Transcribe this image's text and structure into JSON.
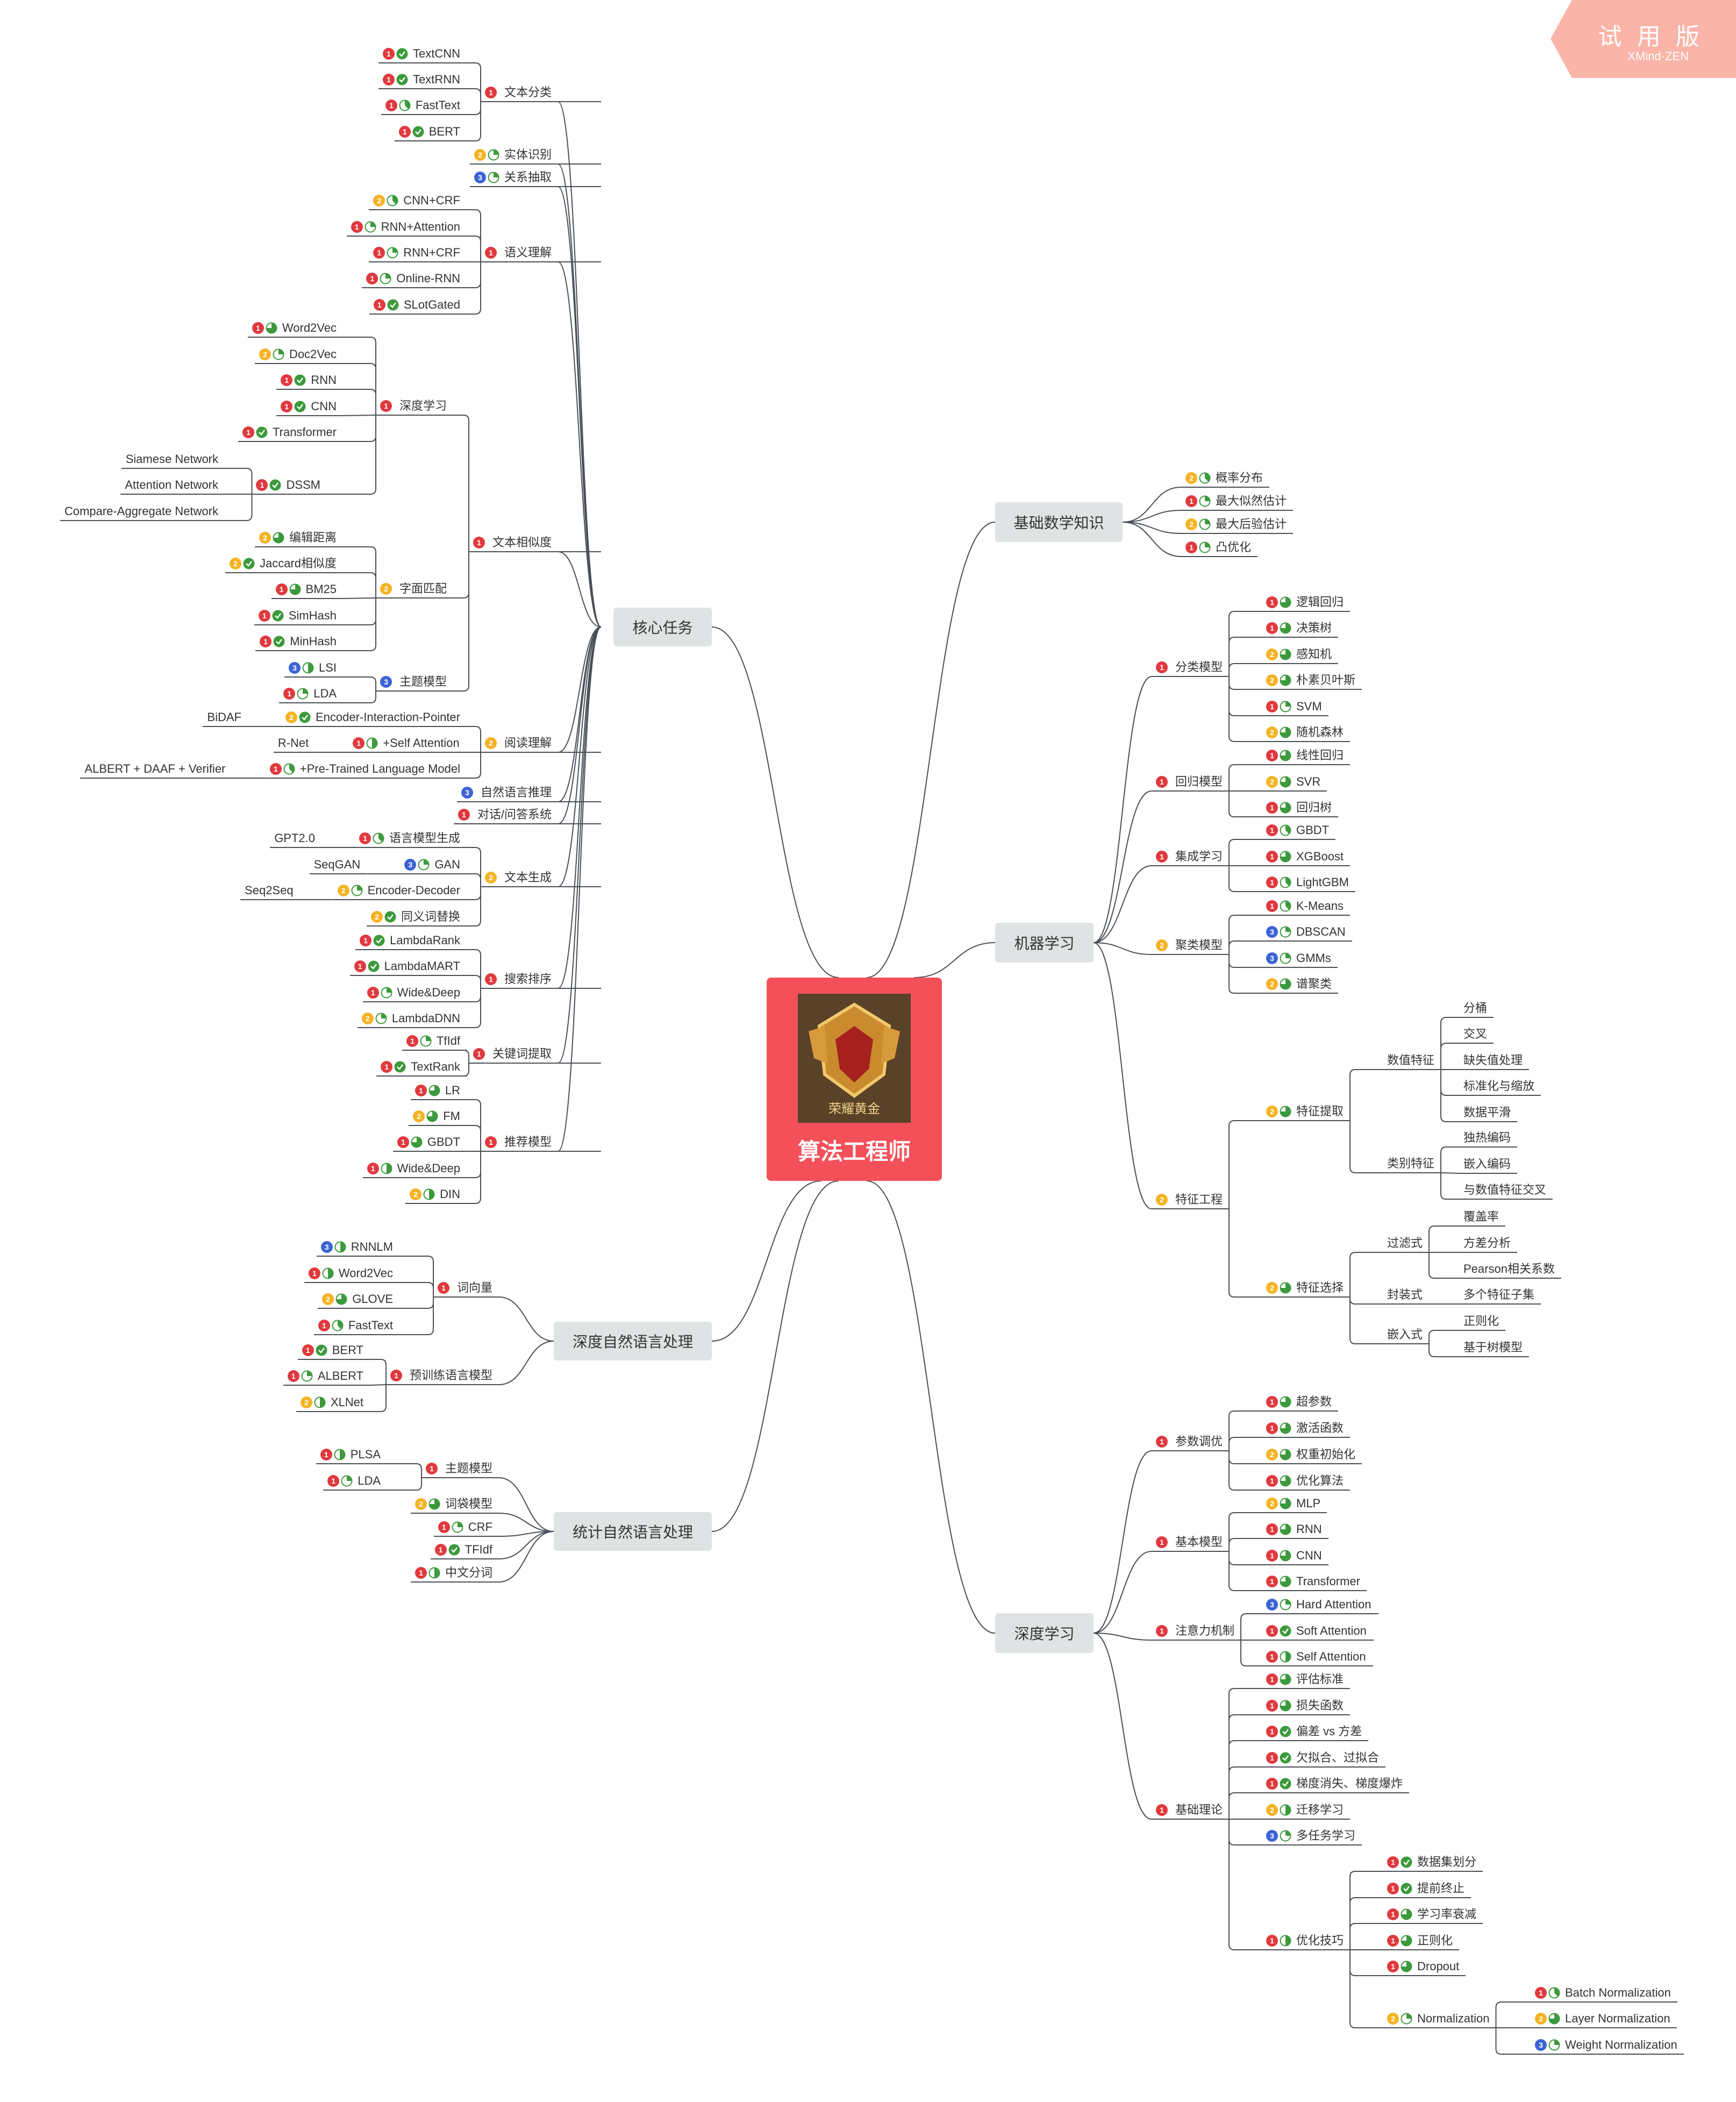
{
  "badge": {
    "title": "试 用 版",
    "subtitle": "XMind·ZEN"
  },
  "root": {
    "title": "算法工程师",
    "emblem_text": "荣耀黄金"
  },
  "colors": {
    "p1": "#e0393e",
    "p2": "#f5b324",
    "p3": "#3b63d5",
    "progress": "#3c9a3c",
    "line": "#4a4f57",
    "branch_bg": "#dfe3e4",
    "root_bg": "#f4505a"
  },
  "branches": {
    "core": {
      "label": "核心任务",
      "children": [
        {
          "label": "文本分类",
          "priority": 1,
          "children": [
            {
              "label": "TextCNN",
              "priority": 1,
              "progress": 1
            },
            {
              "label": "TextRNN",
              "priority": 1,
              "progress": 1
            },
            {
              "label": "FastText",
              "priority": 1,
              "progress": 0.38
            },
            {
              "label": "BERT",
              "priority": 1,
              "progress": 1
            }
          ]
        },
        {
          "label": "实体识别",
          "priority": 2,
          "progress": 0.25
        },
        {
          "label": "关系抽取",
          "priority": 3,
          "progress": 0.25
        },
        {
          "label": "语义理解",
          "priority": 1,
          "children": [
            {
              "label": "CNN+CRF",
              "priority": 2,
              "progress": 0.38
            },
            {
              "label": "RNN+Attention",
              "priority": 1,
              "progress": 0.25
            },
            {
              "label": "RNN+CRF",
              "priority": 1,
              "progress": 0.25
            },
            {
              "label": "Online-RNN",
              "priority": 1,
              "progress": 0.25
            },
            {
              "label": "SLotGated",
              "priority": 1,
              "progress": 1
            }
          ]
        },
        {
          "label": "文本相似度",
          "priority": 1,
          "children": [
            {
              "label": "深度学习",
              "priority": 1,
              "children": [
                {
                  "label": "Word2Vec",
                  "priority": 1,
                  "progress": 0.75
                },
                {
                  "label": "Doc2Vec",
                  "priority": 2,
                  "progress": 0.25
                },
                {
                  "label": "RNN",
                  "priority": 1,
                  "progress": 1
                },
                {
                  "label": "CNN",
                  "priority": 1,
                  "progress": 1
                },
                {
                  "label": "Transformer",
                  "priority": 1,
                  "progress": 1
                },
                {
                  "label": "DSSM",
                  "priority": 1,
                  "progress": 1,
                  "children": [
                    {
                      "label": "Siamese Network"
                    },
                    {
                      "label": "Attention Network"
                    },
                    {
                      "label": "Compare-Aggregate Network"
                    }
                  ]
                }
              ]
            },
            {
              "label": "字面匹配",
              "priority": 2,
              "children": [
                {
                  "label": "编辑距离",
                  "priority": 2,
                  "progress": 0.75
                },
                {
                  "label": "Jaccard相似度",
                  "priority": 2,
                  "progress": 1
                },
                {
                  "label": "BM25",
                  "priority": 1,
                  "progress": 0.75
                },
                {
                  "label": "SimHash",
                  "priority": 1,
                  "progress": 1
                },
                {
                  "label": "MinHash",
                  "priority": 1,
                  "progress": 1
                }
              ]
            },
            {
              "label": "主题模型",
              "priority": 3,
              "children": [
                {
                  "label": "LSI",
                  "priority": 3,
                  "progress": 0.5
                },
                {
                  "label": "LDA",
                  "priority": 1,
                  "progress": 0.25
                }
              ]
            }
          ]
        },
        {
          "label": "阅读理解",
          "priority": 2,
          "children": [
            {
              "label": "Encoder-Interaction-Pointer",
              "priority": 2,
              "progress": 1,
              "children": [
                {
                  "label": "BiDAF"
                }
              ]
            },
            {
              "label": "+Self Attention",
              "priority": 1,
              "progress": 0.5,
              "children": [
                {
                  "label": "R-Net"
                }
              ]
            },
            {
              "label": "+Pre-Trained Language Model",
              "priority": 1,
              "progress": 0.38,
              "children": [
                {
                  "label": "ALBERT + DAAF + Verifier"
                }
              ]
            }
          ]
        },
        {
          "label": "自然语言推理",
          "priority": 3
        },
        {
          "label": "对话/问答系统",
          "priority": 1
        },
        {
          "label": "文本生成",
          "priority": 2,
          "children": [
            {
              "label": "语言模型生成",
              "priority": 1,
              "progress": 0.38,
              "children": [
                {
                  "label": "GPT2.0"
                }
              ]
            },
            {
              "label": "GAN",
              "priority": 3,
              "progress": 0.25,
              "children": [
                {
                  "label": "SeqGAN"
                }
              ]
            },
            {
              "label": "Encoder-Decoder",
              "priority": 2,
              "progress": 0.25,
              "children": [
                {
                  "label": "Seq2Seq"
                }
              ]
            },
            {
              "label": "同义词替换",
              "priority": 2,
              "progress": 1
            }
          ]
        },
        {
          "label": "搜索排序",
          "priority": 1,
          "children": [
            {
              "label": "LambdaRank",
              "priority": 1,
              "progress": 1
            },
            {
              "label": "LambdaMART",
              "priority": 1,
              "progress": 1
            },
            {
              "label": "Wide&Deep",
              "priority": 1,
              "progress": 0.25
            },
            {
              "label": "LambdaDNN",
              "priority": 2,
              "progress": 0.25
            }
          ]
        },
        {
          "label": "关键词提取",
          "priority": 1,
          "children": [
            {
              "label": "TfIdf",
              "priority": 1,
              "progress": 0.25
            },
            {
              "label": "TextRank",
              "priority": 1,
              "progress": 1
            }
          ]
        },
        {
          "label": "推荐模型",
          "priority": 1,
          "children": [
            {
              "label": "LR",
              "priority": 1,
              "progress": 0.75
            },
            {
              "label": "FM",
              "priority": 2,
              "progress": 0.75
            },
            {
              "label": "GBDT",
              "priority": 1,
              "progress": 0.75
            },
            {
              "label": "Wide&Deep",
              "priority": 1,
              "progress": 0.5
            },
            {
              "label": "DIN",
              "priority": 2,
              "progress": 0.5
            }
          ]
        }
      ]
    },
    "deepnlp": {
      "label": "深度自然语言处理",
      "children": [
        {
          "label": "词向量",
          "priority": 1,
          "children": [
            {
              "label": "RNNLM",
              "priority": 3,
              "progress": 0.5
            },
            {
              "label": "Word2Vec",
              "priority": 1,
              "progress": 0.5
            },
            {
              "label": "GLOVE",
              "priority": 2,
              "progress": 0.75
            },
            {
              "label": "FastText",
              "priority": 1,
              "progress": 0.38
            }
          ]
        },
        {
          "label": "预训练语言模型",
          "priority": 1,
          "children": [
            {
              "label": "BERT",
              "priority": 1,
              "progress": 1
            },
            {
              "label": "ALBERT",
              "priority": 1,
              "progress": 0.25
            },
            {
              "label": "XLNet",
              "priority": 2,
              "progress": 0.5
            }
          ]
        }
      ]
    },
    "statnlp": {
      "label": "统计自然语言处理",
      "children": [
        {
          "label": "主题模型",
          "priority": 1,
          "children": [
            {
              "label": "PLSA",
              "priority": 1,
              "progress": 0.5
            },
            {
              "label": "LDA",
              "priority": 1,
              "progress": 0.25
            }
          ]
        },
        {
          "label": "词袋模型",
          "priority": 2,
          "progress": 0.75
        },
        {
          "label": "CRF",
          "priority": 1,
          "progress": 0.25
        },
        {
          "label": "TFIdf",
          "priority": 1,
          "progress": 1
        },
        {
          "label": "中文分词",
          "priority": 1,
          "progress": 0.5
        }
      ]
    },
    "math": {
      "label": "基础数学知识",
      "children": [
        {
          "label": "概率分布",
          "priority": 2,
          "progress": 0.38
        },
        {
          "label": "最大似然估计",
          "priority": 1,
          "progress": 0.25
        },
        {
          "label": "最大后验估计",
          "priority": 2,
          "progress": 0.25
        },
        {
          "label": "凸优化",
          "priority": 1,
          "progress": 0.25
        }
      ]
    },
    "ml": {
      "label": "机器学习",
      "children": [
        {
          "label": "分类模型",
          "priority": 1,
          "children": [
            {
              "label": "逻辑回归",
              "priority": 1,
              "progress": 0.75
            },
            {
              "label": "决策树",
              "priority": 1,
              "progress": 0.75
            },
            {
              "label": "感知机",
              "priority": 2,
              "progress": 0.75
            },
            {
              "label": "朴素贝叶斯",
              "priority": 2,
              "progress": 0.75
            },
            {
              "label": "SVM",
              "priority": 1,
              "progress": 0.25
            },
            {
              "label": "随机森林",
              "priority": 2,
              "progress": 0.75
            }
          ]
        },
        {
          "label": "回归模型",
          "priority": 1,
          "children": [
            {
              "label": "线性回归",
              "priority": 1,
              "progress": 0.75
            },
            {
              "label": "SVR",
              "priority": 2,
              "progress": 0.75
            },
            {
              "label": "回归树",
              "priority": 1,
              "progress": 0.75
            }
          ]
        },
        {
          "label": "集成学习",
          "priority": 1,
          "children": [
            {
              "label": "GBDT",
              "priority": 1,
              "progress": 0.38
            },
            {
              "label": "XGBoost",
              "priority": 1,
              "progress": 0.75
            },
            {
              "label": "LightGBM",
              "priority": 1,
              "progress": 0.38
            }
          ]
        },
        {
          "label": "聚类模型",
          "priority": 2,
          "children": [
            {
              "label": "K-Means",
              "priority": 1,
              "progress": 0.38
            },
            {
              "label": "DBSCAN",
              "priority": 3,
              "progress": 0.25
            },
            {
              "label": "GMMs",
              "priority": 3,
              "progress": 0.25
            },
            {
              "label": "谱聚类",
              "priority": 2,
              "progress": 0.75
            }
          ]
        },
        {
          "label": "特征工程",
          "priority": 2,
          "children": [
            {
              "label": "特征提取",
              "priority": 2,
              "progress": 0.75,
              "children": [
                {
                  "label": "数值特征",
                  "children": [
                    {
                      "label": "分桶"
                    },
                    {
                      "label": "交叉"
                    },
                    {
                      "label": "缺失值处理"
                    },
                    {
                      "label": "标准化与缩放"
                    },
                    {
                      "label": "数据平滑"
                    }
                  ]
                },
                {
                  "label": "类别特征",
                  "children": [
                    {
                      "label": "独热编码"
                    },
                    {
                      "label": "嵌入编码"
                    },
                    {
                      "label": "与数值特征交叉"
                    }
                  ]
                }
              ]
            },
            {
              "label": "特征选择",
              "priority": 2,
              "progress": 0.75,
              "children": [
                {
                  "label": "过滤式",
                  "children": [
                    {
                      "label": "覆盖率"
                    },
                    {
                      "label": "方差分析"
                    },
                    {
                      "label": "Pearson相关系数"
                    }
                  ]
                },
                {
                  "label": "封装式",
                  "children": [
                    {
                      "label": "多个特征子集"
                    }
                  ]
                },
                {
                  "label": "嵌入式",
                  "children": [
                    {
                      "label": "正则化"
                    },
                    {
                      "label": "基于树模型"
                    }
                  ]
                }
              ]
            }
          ]
        }
      ]
    },
    "dl": {
      "label": "深度学习",
      "children": [
        {
          "label": "参数调优",
          "priority": 1,
          "children": [
            {
              "label": "超参数",
              "priority": 1,
              "progress": 0.75
            },
            {
              "label": "激活函数",
              "priority": 1,
              "progress": 0.75
            },
            {
              "label": "权重初始化",
              "priority": 2,
              "progress": 0.75
            },
            {
              "label": "优化算法",
              "priority": 1,
              "progress": 0.75
            }
          ]
        },
        {
          "label": "基本模型",
          "priority": 1,
          "children": [
            {
              "label": "MLP",
              "priority": 2,
              "progress": 0.75
            },
            {
              "label": "RNN",
              "priority": 1,
              "progress": 0.75
            },
            {
              "label": "CNN",
              "priority": 1,
              "progress": 0.75
            },
            {
              "label": "Transformer",
              "priority": 1,
              "progress": 0.75
            }
          ]
        },
        {
          "label": "注意力机制",
          "priority": 1,
          "children": [
            {
              "label": "Hard Attention",
              "priority": 3,
              "progress": 0.25
            },
            {
              "label": "Soft Attention",
              "priority": 1,
              "progress": 1
            },
            {
              "label": "Self Attention",
              "priority": 1,
              "progress": 0.5
            }
          ]
        },
        {
          "label": "基础理论",
          "priority": 1,
          "children": [
            {
              "label": "评估标准",
              "priority": 1,
              "progress": 0.75
            },
            {
              "label": "损失函数",
              "priority": 1,
              "progress": 0.75
            },
            {
              "label": "偏差 vs 方差",
              "priority": 1,
              "progress": 1
            },
            {
              "label": "欠拟合、过拟合",
              "priority": 1,
              "progress": 1
            },
            {
              "label": "梯度消失、梯度爆炸",
              "priority": 1,
              "progress": 1
            },
            {
              "label": "迁移学习",
              "priority": 2,
              "progress": 0.5
            },
            {
              "label": "多任务学习",
              "priority": 3,
              "progress": 0.25
            },
            {
              "label": "优化技巧",
              "priority": 1,
              "progress": 0.5,
              "children": [
                {
                  "label": "数据集划分",
                  "priority": 1,
                  "progress": 1
                },
                {
                  "label": "提前终止",
                  "priority": 1,
                  "progress": 1
                },
                {
                  "label": "学习率衰减",
                  "priority": 1,
                  "progress": 0.75
                },
                {
                  "label": "正则化",
                  "priority": 1,
                  "progress": 0.75
                },
                {
                  "label": "Dropout",
                  "priority": 1,
                  "progress": 0.75
                },
                {
                  "label": "Normalization",
                  "priority": 2,
                  "progress": 0.25,
                  "children": [
                    {
                      "label": "Batch Normalization",
                      "priority": 1,
                      "progress": 0.38
                    },
                    {
                      "label": "Layer Normalization",
                      "priority": 2,
                      "progress": 0.75
                    },
                    {
                      "label": "Weight Normalization",
                      "priority": 3,
                      "progress": 0.25
                    }
                  ]
                }
              ]
            }
          ]
        }
      ]
    }
  }
}
